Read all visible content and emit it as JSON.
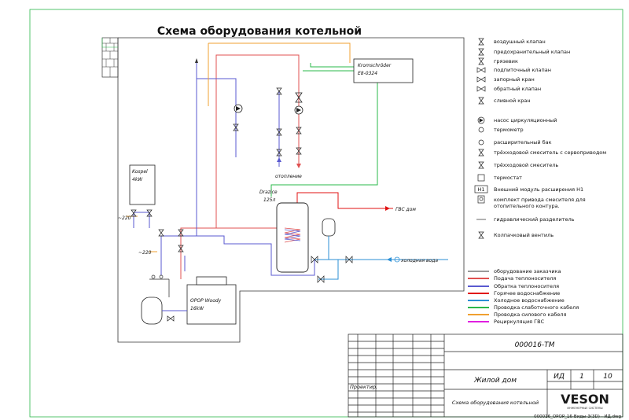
{
  "title": "Схема оборудования котельной",
  "legend_symbols": [
    {
      "label": "воздушный клапан",
      "icon": "air-valve-icon"
    },
    {
      "label": "предохранительный клапан",
      "icon": "safety-valve-icon"
    },
    {
      "label": "грязевик",
      "icon": "mud-trap-icon"
    },
    {
      "label": "подпиточный клапан",
      "icon": "makeup-valve-icon"
    },
    {
      "label": "запорный кран",
      "icon": "shutoff-valve-icon"
    },
    {
      "label": "обратный клапан",
      "icon": "check-valve-icon"
    },
    {
      "label": "сливной кран",
      "icon": "drain-valve-icon"
    },
    {
      "label": "насос циркуляционный",
      "icon": "circulation-pump-icon"
    },
    {
      "label": "термометр",
      "icon": "thermometer-icon"
    },
    {
      "label": "расширительный бак",
      "icon": "expansion-tank-icon"
    },
    {
      "label": "трёхходовой смеситель с сервоприводом",
      "icon": "servo-mixer-icon"
    },
    {
      "label": "трёхходовой смеситель",
      "icon": "three-way-mixer-icon"
    },
    {
      "label": "термостат",
      "icon": "thermostat-icon"
    },
    {
      "label": "Внешний модуль расширения H1",
      "icon": "h1-module-icon",
      "code": "H1"
    },
    {
      "label": "комплект привода смесителя для",
      "label2": "отопительного контура.",
      "icon": "mixer-drive-kit-icon"
    },
    {
      "label": "гидравлический разделитель",
      "icon": "hydraulic-separator-icon"
    },
    {
      "label": "Колпачковый вентиль",
      "icon": "cap-valve-icon"
    }
  ],
  "legend_lines": [
    {
      "label": "оборудование заказчика",
      "color": "#9a9a9a"
    },
    {
      "label": "Подача теплоносителя",
      "color": "#e05050"
    },
    {
      "label": "Обратка теплоносителя",
      "color": "#5a5ad0"
    },
    {
      "label": "Горячее водоснабжение",
      "color": "#e01010"
    },
    {
      "label": "Холодное водоснабжение",
      "color": "#2b8fd6"
    },
    {
      "label": "Проводка слаботочного кабеля",
      "color": "#2ab84a"
    },
    {
      "label": "Проводка силового кабеля",
      "color": "#f0a030"
    },
    {
      "label": "Рециркуляция ГВС",
      "color": "#e020e0"
    }
  ],
  "diagram": {
    "controller": {
      "line1": "Kromschröder",
      "line2": "E8-0324"
    },
    "electric_boiler": {
      "line1": "Kospel",
      "line2": "4kW"
    },
    "solid_boiler": {
      "line1": "ОРОР Woody",
      "line2": "16kW"
    },
    "water_heater": {
      "line1": "Drazice",
      "line2": "125л"
    },
    "power_220_a": "~220",
    "power_220_b": "~220",
    "heating": "отопление",
    "hot_water": "ГВС дом",
    "cold_water": "холодная вода"
  },
  "stamp": {
    "doc_code": "000016-ТМ",
    "object": "Жилой дом",
    "stage_label": "Проектир.",
    "stage": "ИД",
    "sheet": "1",
    "sheets": "10",
    "sheet_title": "Схема оборудования котельной",
    "company": "VESON",
    "company_sub": "ИНЖЕНЕРНЫЕ СИСТЕМЫ",
    "file": "000016_ОРОР_16-Виды-3(3D) - ИД.dwg"
  },
  "colors": {
    "supply": "#e05050",
    "return": "#5a5ad0",
    "hot": "#e01010",
    "cold": "#2b8fd6",
    "lowcurrent": "#2ab84a",
    "power": "#f0a030",
    "recirc": "#e020e0",
    "customer": "#9a9a9a",
    "frame": "#2ab84a"
  }
}
